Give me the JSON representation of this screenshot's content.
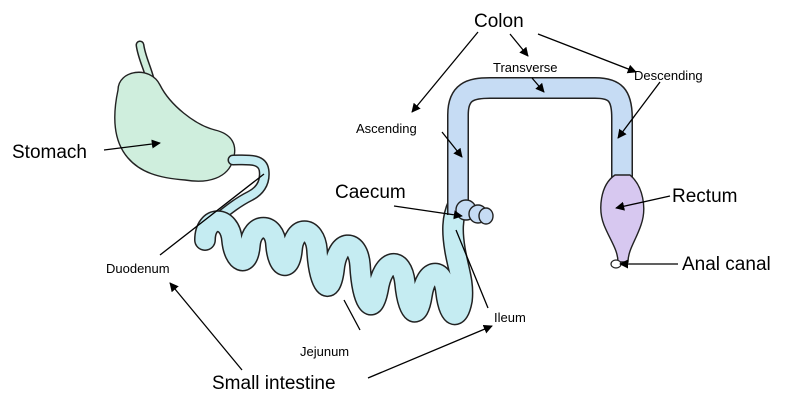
{
  "colors": {
    "stomach": "#cfeedd",
    "small_intestine": "#c5ecf2",
    "colon": "#c6dcf4",
    "rectum": "#d7c8f0",
    "outline": "#222222"
  },
  "labels": {
    "colon": "Colon",
    "transverse": "Transverse",
    "descending": "Descending",
    "ascending": "Ascending",
    "stomach": "Stomach",
    "caecum": "Caecum",
    "rectum": "Rectum",
    "anal_canal": "Anal canal",
    "duodenum": "Duodenum",
    "ileum": "Ileum",
    "jejunum": "Jejunum",
    "small_intestine": "Small intestine"
  }
}
